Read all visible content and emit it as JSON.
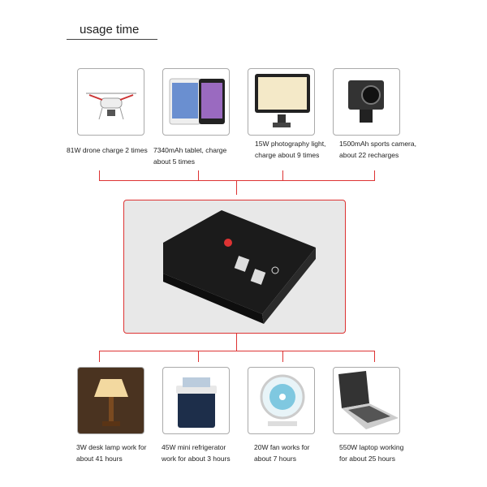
{
  "title": "usage time",
  "top_items": [
    {
      "icon": "drone-icon",
      "caption": "81W drone charge 2 times"
    },
    {
      "icon": "tablet-icon",
      "caption": "7340mAh tablet, charge about 5 times"
    },
    {
      "icon": "photography-light-icon",
      "caption": "15W photography light, charge about 9 times"
    },
    {
      "icon": "sports-camera-icon",
      "caption": "1500mAh sports camera, about 22 recharges"
    }
  ],
  "bottom_items": [
    {
      "icon": "desk-lamp-icon",
      "caption": "3W desk lamp work for about 41 hours"
    },
    {
      "icon": "mini-refrigerator-icon",
      "caption": "45W mini refrigerator work for about 3 hours"
    },
    {
      "icon": "fan-icon",
      "caption": "20W fan works for about 7 hours"
    },
    {
      "icon": "laptop-icon",
      "caption": "550W laptop working for about 25 hours"
    }
  ],
  "colors": {
    "accent": "#dd3333",
    "border": "#aaaaaa"
  }
}
